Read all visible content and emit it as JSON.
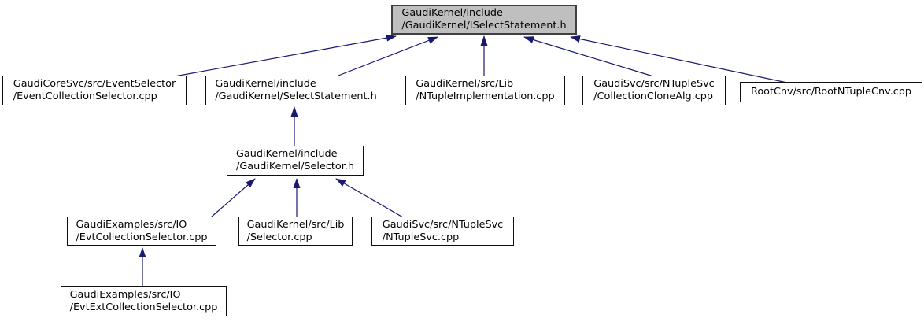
{
  "graph": {
    "type": "include-dependency-graph",
    "description": "Files directly or indirectly including this header",
    "colors": {
      "edge": "#191970",
      "highlight_fill": "#bfbfbf",
      "node_fill": "#ffffff",
      "node_border": "#000000",
      "text": "#000000"
    },
    "nodes": [
      {
        "id": "ISelectStatement.h",
        "lines": [
          "GaudiKernel/include",
          "/GaudiKernel/ISelectStatement.h"
        ],
        "highlighted": true
      },
      {
        "id": "EventCollectionSelector.cpp",
        "lines": [
          "GaudiCoreSvc/src/EventSelector",
          "/EventCollectionSelector.cpp"
        ],
        "highlighted": false
      },
      {
        "id": "SelectStatement.h",
        "lines": [
          "GaudiKernel/include",
          "/GaudiKernel/SelectStatement.h"
        ],
        "highlighted": false
      },
      {
        "id": "NTupleImplementation.cpp",
        "lines": [
          "GaudiKernel/src/Lib",
          "/NTupleImplementation.cpp"
        ],
        "highlighted": false
      },
      {
        "id": "CollectionCloneAlg.cpp",
        "lines": [
          "GaudiSvc/src/NTupleSvc",
          "/CollectionCloneAlg.cpp"
        ],
        "highlighted": false
      },
      {
        "id": "RootNTupleCnv.cpp",
        "lines": [
          "RootCnv/src/RootNTupleCnv.cpp"
        ],
        "highlighted": false
      },
      {
        "id": "Selector.h",
        "lines": [
          "GaudiKernel/include",
          "/GaudiKernel/Selector.h"
        ],
        "highlighted": false
      },
      {
        "id": "EvtCollectionSelector.cpp",
        "lines": [
          "GaudiExamples/src/IO",
          "/EvtCollectionSelector.cpp"
        ],
        "highlighted": false
      },
      {
        "id": "Selector.cpp",
        "lines": [
          "GaudiKernel/src/Lib",
          "/Selector.cpp"
        ],
        "highlighted": false
      },
      {
        "id": "NTupleSvc.cpp",
        "lines": [
          "GaudiSvc/src/NTupleSvc",
          "/NTupleSvc.cpp"
        ],
        "highlighted": false
      },
      {
        "id": "EvtExtCollectionSelector.cpp",
        "lines": [
          "GaudiExamples/src/IO",
          "/EvtExtCollectionSelector.cpp"
        ],
        "highlighted": false
      }
    ],
    "edges": [
      {
        "from": "EventCollectionSelector.cpp",
        "to": "ISelectStatement.h"
      },
      {
        "from": "SelectStatement.h",
        "to": "ISelectStatement.h"
      },
      {
        "from": "NTupleImplementation.cpp",
        "to": "ISelectStatement.h"
      },
      {
        "from": "CollectionCloneAlg.cpp",
        "to": "ISelectStatement.h"
      },
      {
        "from": "RootNTupleCnv.cpp",
        "to": "ISelectStatement.h"
      },
      {
        "from": "Selector.h",
        "to": "SelectStatement.h"
      },
      {
        "from": "EvtCollectionSelector.cpp",
        "to": "Selector.h"
      },
      {
        "from": "Selector.cpp",
        "to": "Selector.h"
      },
      {
        "from": "NTupleSvc.cpp",
        "to": "Selector.h"
      },
      {
        "from": "EvtExtCollectionSelector.cpp",
        "to": "EvtCollectionSelector.cpp"
      }
    ]
  }
}
